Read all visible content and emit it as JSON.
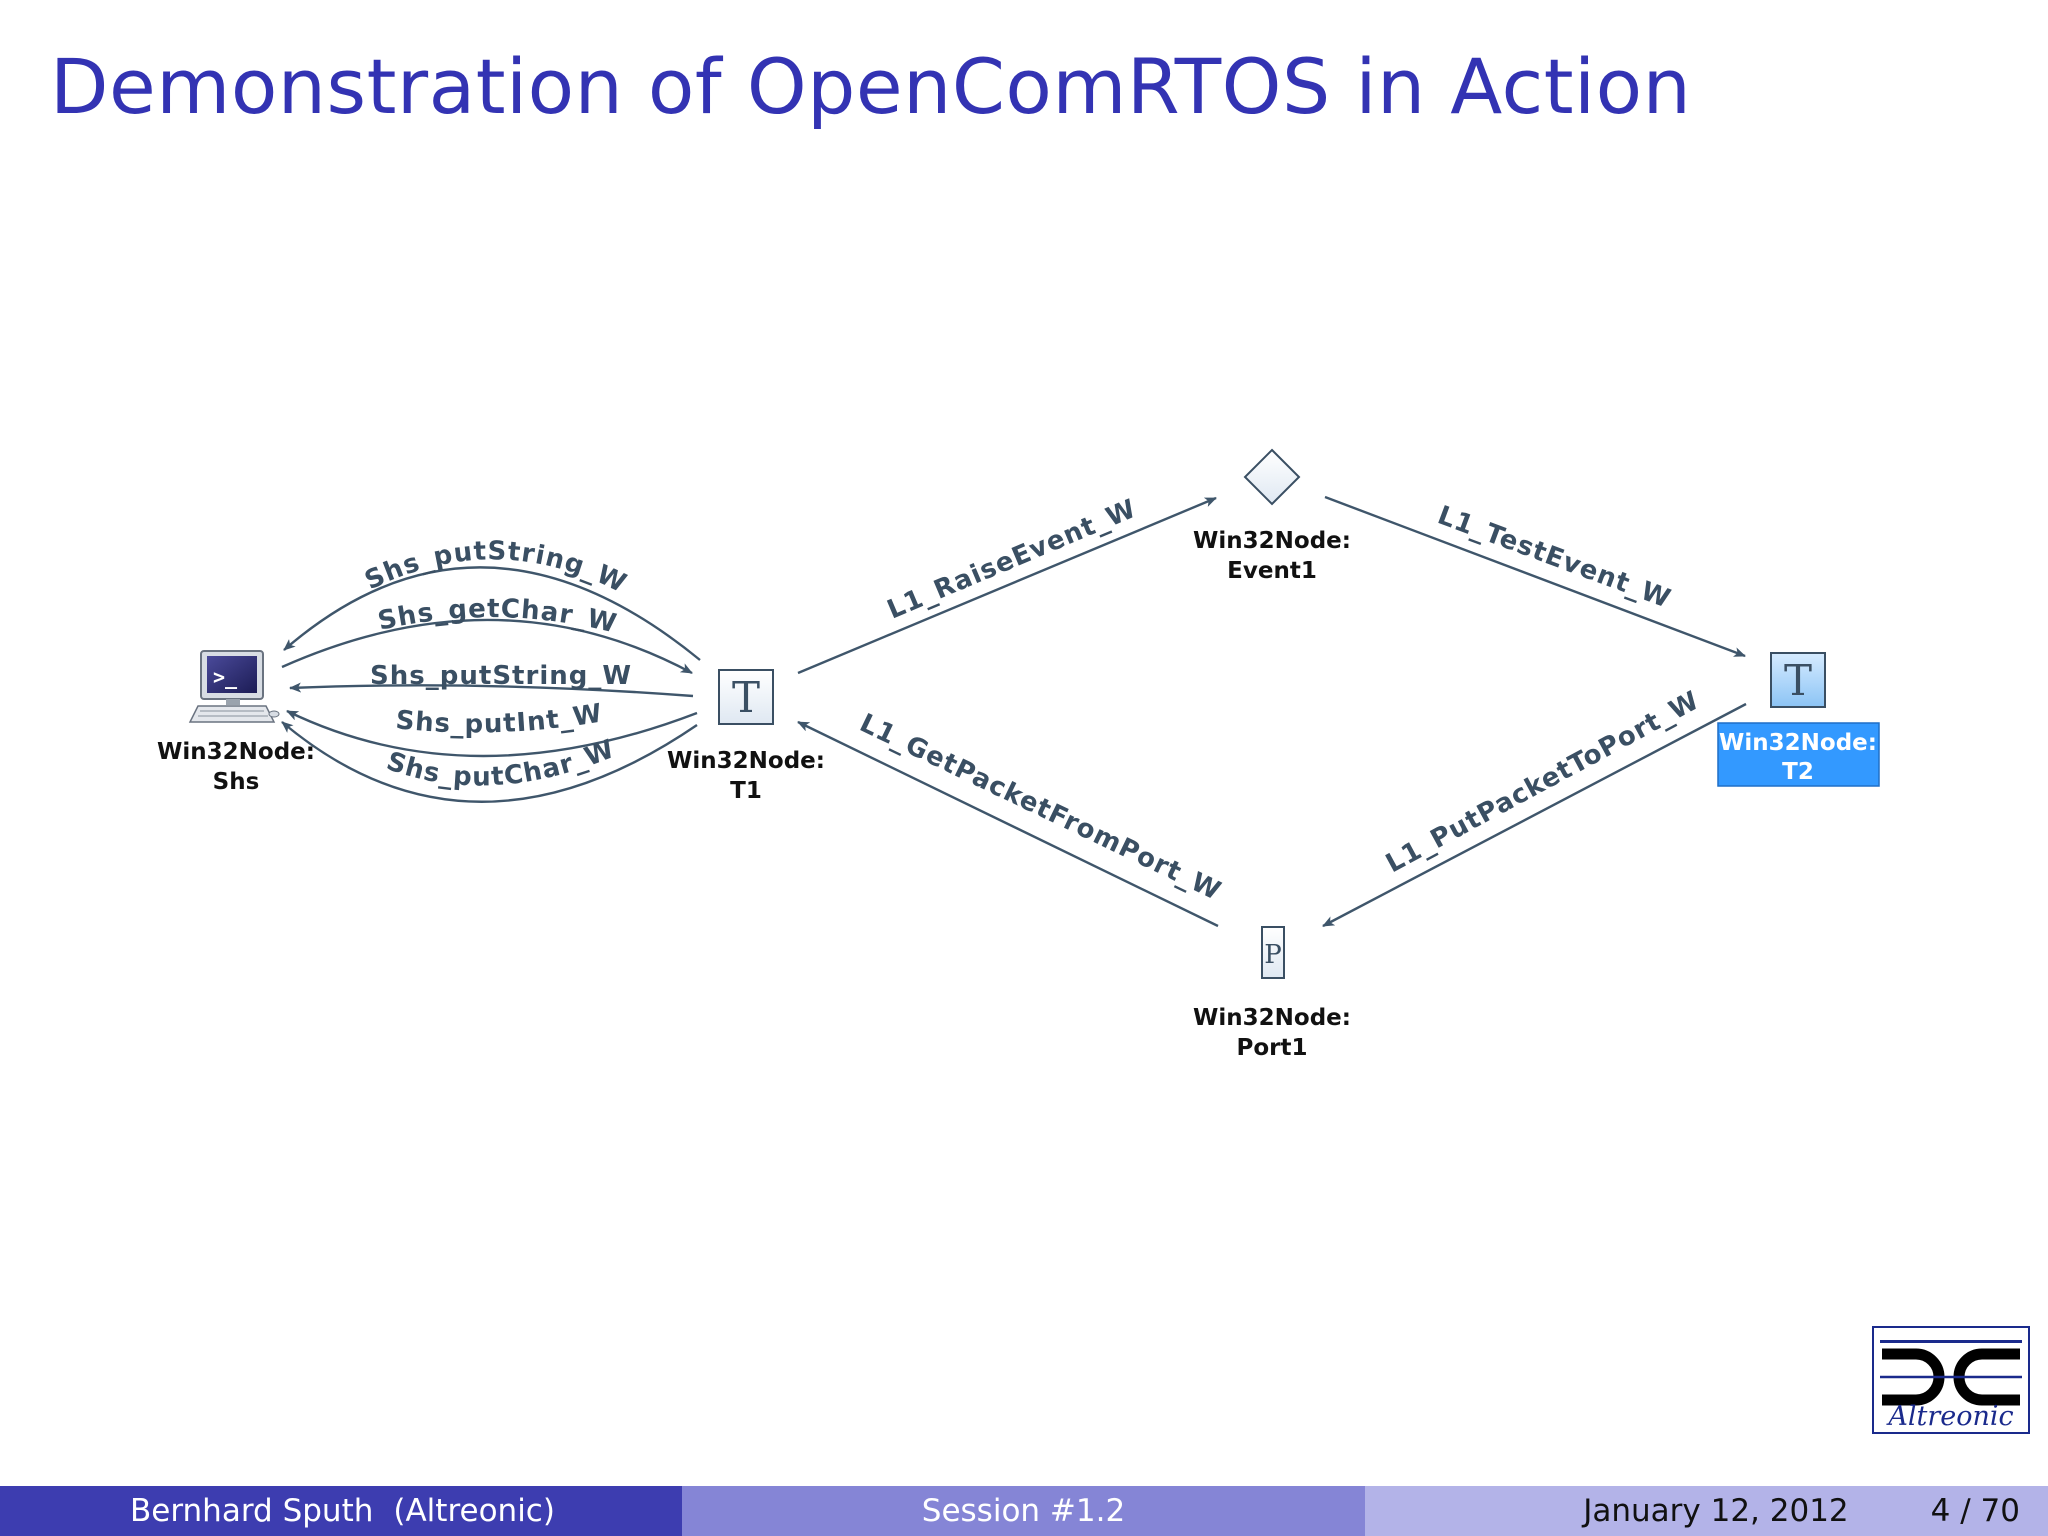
{
  "slide": {
    "title": "Demonstration of OpenComRTOS in Action"
  },
  "nodes": {
    "shs": {
      "line1": "Win32Node:",
      "line2": "Shs",
      "icon": "terminal-computer-icon"
    },
    "t1": {
      "line1": "Win32Node:",
      "line2": "T1",
      "icon": "task-T-icon",
      "glyph": "T"
    },
    "event1": {
      "line1": "Win32Node:",
      "line2": "Event1",
      "icon": "event-diamond-icon"
    },
    "t2": {
      "line1": "Win32Node:",
      "line2": "T2",
      "icon": "task-T-icon",
      "glyph": "T",
      "selected": true
    },
    "port1": {
      "line1": "Win32Node:",
      "line2": "Port1",
      "icon": "port-P-icon",
      "glyph": "P"
    }
  },
  "edges": {
    "shs_putstring_top": "Shs_putString_W",
    "shs_getchar": "Shs_getChar_W",
    "shs_putstring_mid": "Shs_putString_W",
    "shs_putint": "Shs_putInt_W",
    "shs_putchar": "Shs_putChar_W",
    "l1_raiseevent": "L1_RaiseEvent_W",
    "l1_testevent": "L1_TestEvent_W",
    "l1_putpackettoport": "L1_PutPacketToPort_W",
    "l1_getpacketfromport": "L1_GetPacketFromPort_W"
  },
  "logo": {
    "text": "Altreonic"
  },
  "footer": {
    "author": "Bernhard Sputh",
    "affiliation": "(Altreonic)",
    "session": "Session #1.2",
    "date": "January 12, 2012",
    "page": "4 / 70"
  },
  "colors": {
    "title": "#3333b3",
    "edge": "#3f566b",
    "selection": "#3399ff",
    "footer_dark": "#3d3db0",
    "footer_mid": "#8585d6",
    "footer_light": "#b3b3e8"
  }
}
